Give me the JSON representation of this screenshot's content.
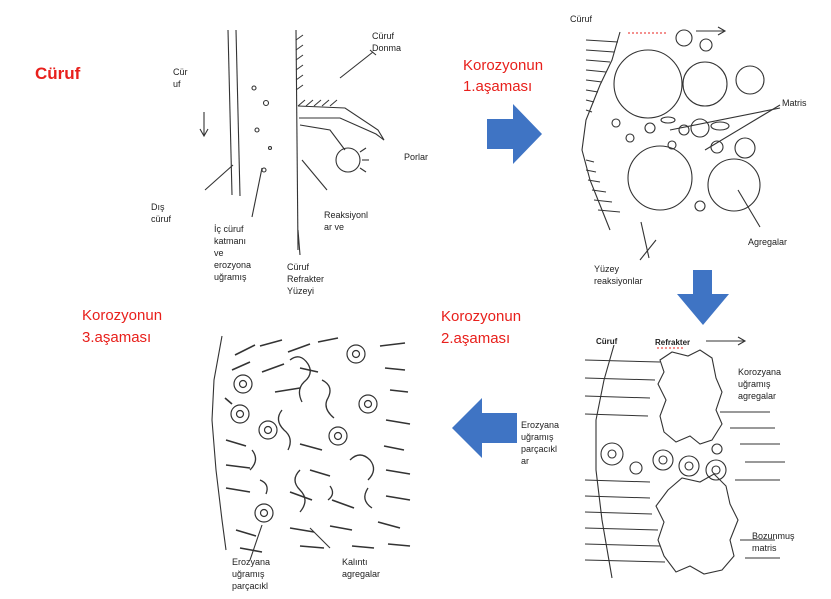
{
  "colors": {
    "heading": "#e8201c",
    "arrow": "#3f74c4",
    "ink": "#222222"
  },
  "headings": {
    "curuf": "Cüruf",
    "stage1": "Korozyonun\n1.aşaması",
    "stage2": "Korozyonun\n2.aşaması",
    "stage3": "Korozyonun\n3.aşaması"
  },
  "panel_top_left": {
    "curuf_vertical": "Cür\nuf",
    "dis_curuf": "Dış\ncüruf",
    "ic_curuf": "İç cüruf\nkatmanı\nve\nerozyona\nuğramış",
    "curuf_donma": "Cüruf\nDonma",
    "porlar": "Porlar",
    "reaksiyon": "Reaksiyonl\nar ve",
    "refrakter_yuzey": "Cüruf\nRefrakter\nYüzeyi"
  },
  "panel_top_right": {
    "curuf": "Cüruf",
    "matris": "Matris",
    "agregalar": "Agregalar",
    "yuzey_reaksiyon": "Yüzey\nreaksiyonlar"
  },
  "panel_bottom_right": {
    "curuf": "Cüruf",
    "refrakter": "Refrakter",
    "korozyon_agregalar": "Korozyana\nuğramış\nagregalar",
    "bozunmus_matris": "Bozunmuş\nmatris",
    "erozyon_parcacik": "Erozyana\nuğramış\nparçacıkl\nar"
  },
  "panel_bottom_left": {
    "erozyon_parcacik": "Erozyana\nuğramış\nparçacıkl",
    "kalinti": "Kalıntı\nagregalar"
  },
  "arrows": [
    "arrow-right",
    "arrow-down",
    "arrow-left"
  ]
}
